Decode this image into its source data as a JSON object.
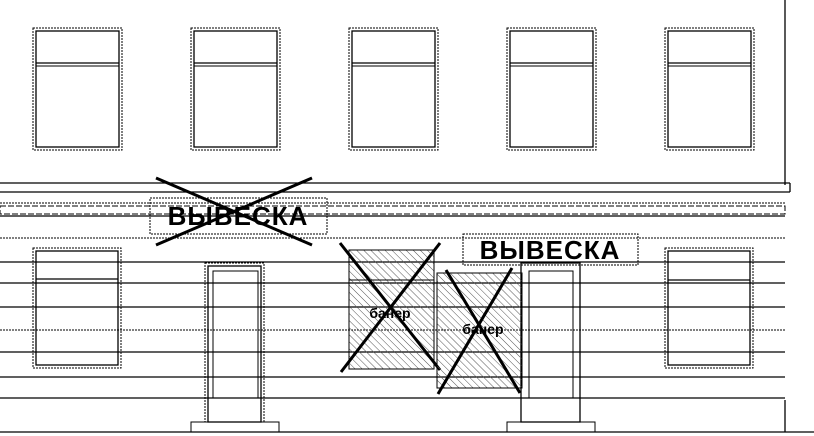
{
  "signs": {
    "rejected_sign": "ВЫВЕСКА",
    "approved_sign": "ВЫВЕСКА"
  },
  "banners": [
    {
      "label": "банер",
      "crossed_out": true
    },
    {
      "label": "банер",
      "crossed_out": true
    }
  ],
  "colors": {
    "line": "#000000",
    "background": "#ffffff"
  }
}
